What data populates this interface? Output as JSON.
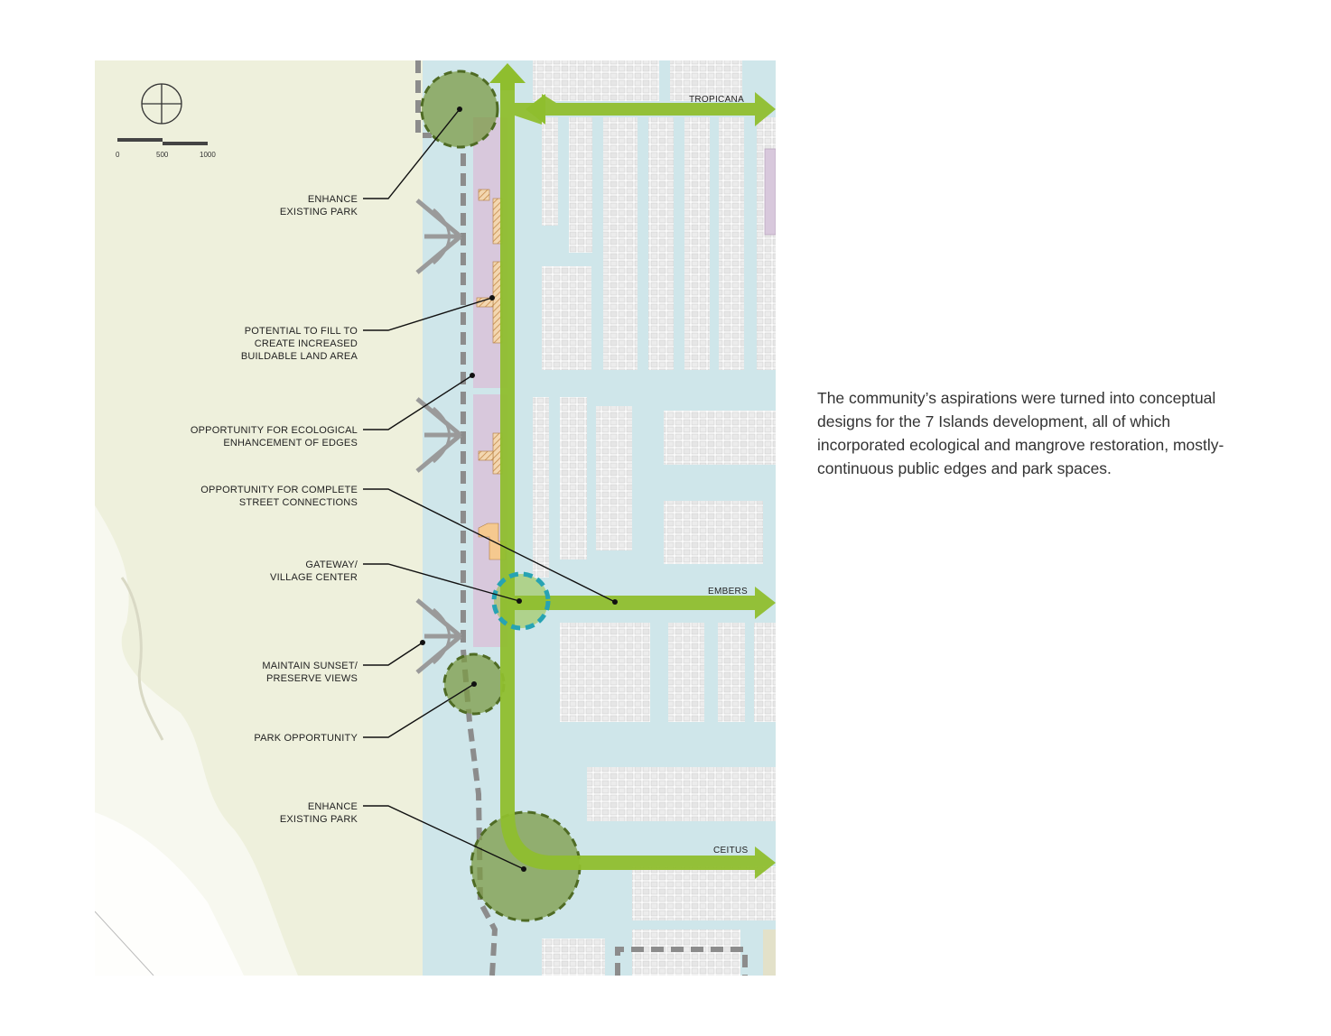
{
  "scale_bar": {
    "ticks": [
      "0",
      "500",
      "1000"
    ]
  },
  "streets": {
    "top": "TROPICANA",
    "middle": "EMBERS",
    "bottom": "CEITUS"
  },
  "labels": {
    "enhance_park_top": [
      "ENHANCE",
      "EXISTING PARK"
    ],
    "potential_fill": [
      "POTENTIAL TO FILL TO",
      "CREATE INCREASED",
      "BUILDABLE LAND AREA"
    ],
    "ecological": [
      "OPPORTUNITY FOR ECOLOGICAL",
      "ENHANCEMENT OF EDGES"
    ],
    "complete_street": [
      "OPPORTUNITY FOR COMPLETE",
      "STREET CONNECTIONS"
    ],
    "gateway": [
      "GATEWAY/",
      "VILLAGE CENTER"
    ],
    "sunset": [
      "MAINTAIN SUNSET/",
      "PRESERVE VIEWS"
    ],
    "park_opportunity": [
      "PARK OPPORTUNITY"
    ],
    "enhance_park_bottom": [
      "ENHANCE",
      "EXISTING PARK"
    ]
  },
  "caption": "The community’s aspirations were turned into conceptual designs for the 7 Islands development, all of which incorporated ecological and mangrove restoration, mostly-continuous public edges and park spaces.",
  "colors": {
    "land": "#eef0dc",
    "water": "#cfe6ea",
    "parcels": "#ffffff",
    "green_route": "#8fbe2e",
    "park_circle": "#7c9b46",
    "gateway_circle": "#27a3b3",
    "fill_area": "#d8c8dc",
    "hatch": "#d9a35d",
    "dash_boundary": "#888888"
  }
}
